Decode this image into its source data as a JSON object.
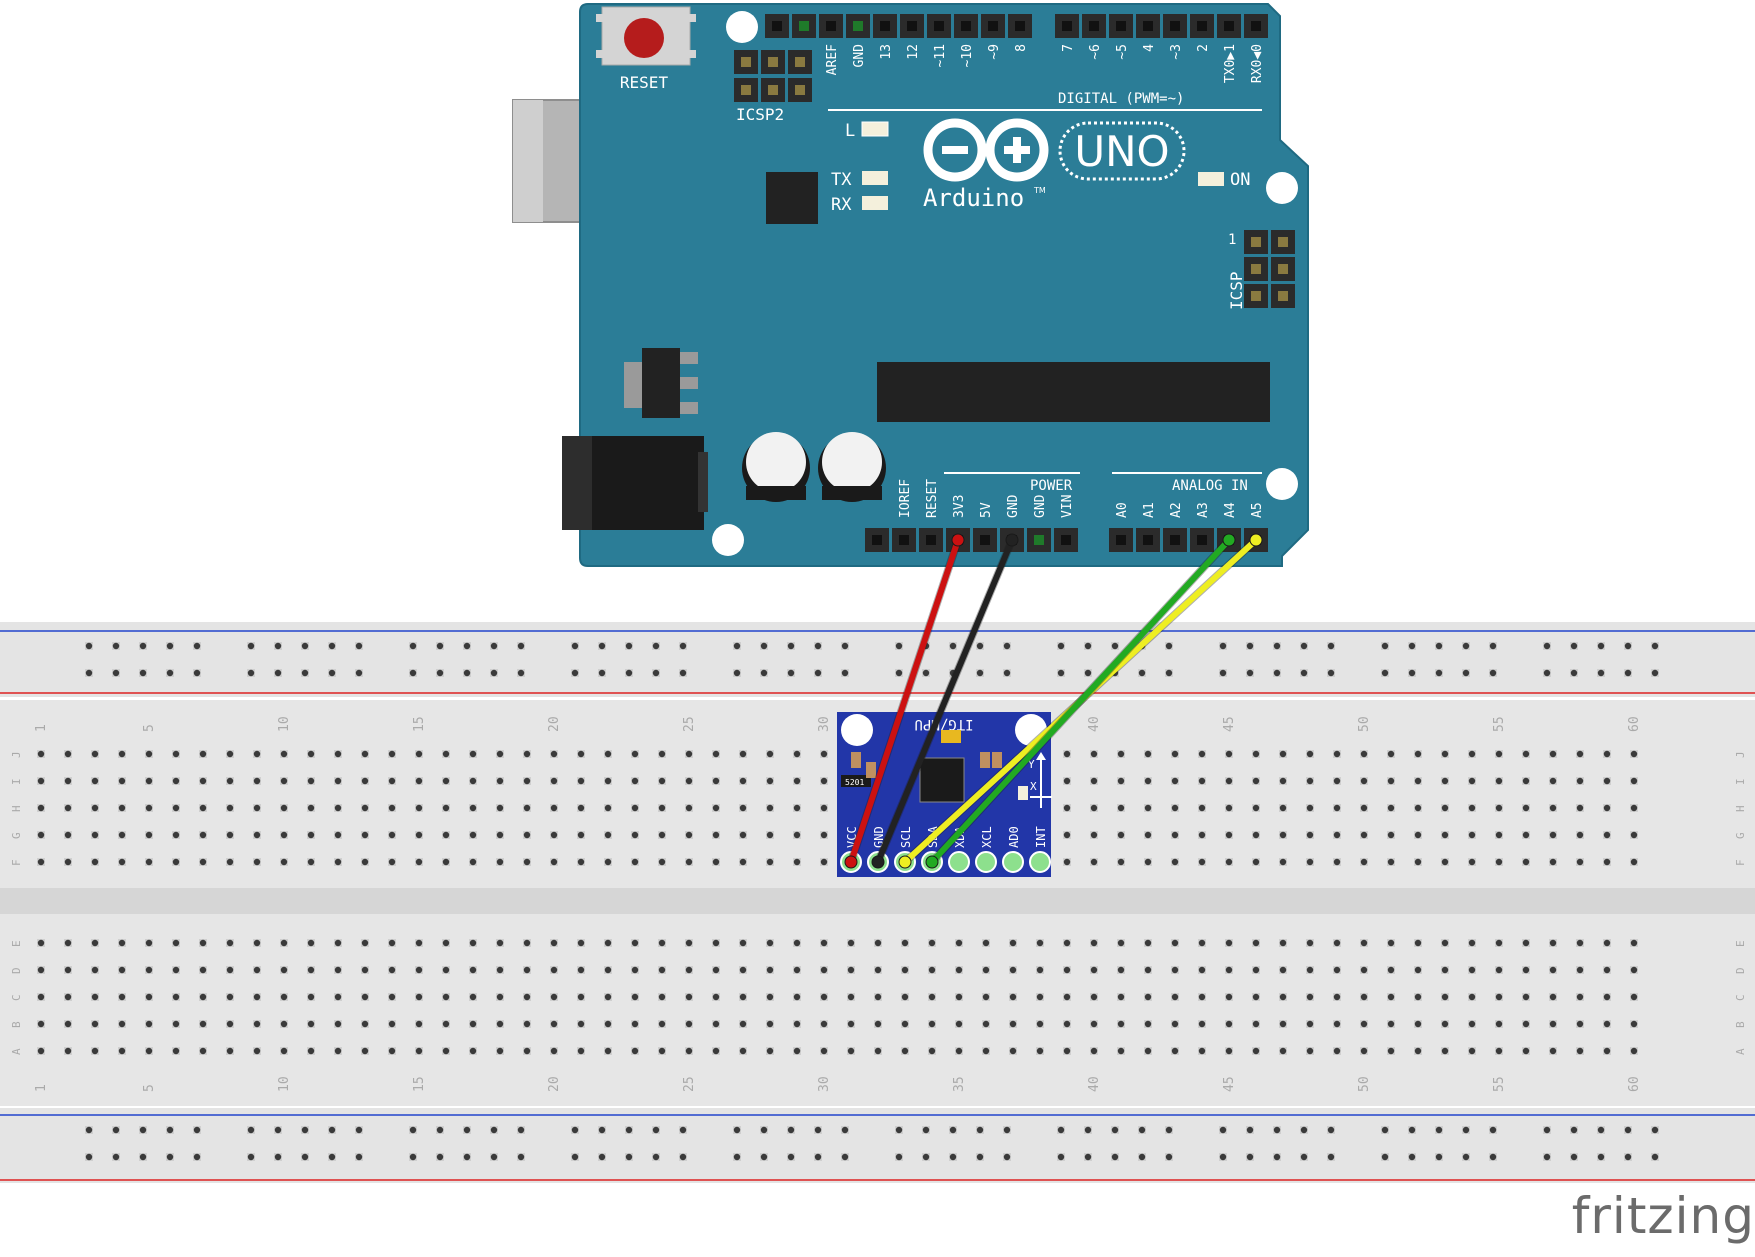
{
  "colors": {
    "board": "#2b7d97",
    "board_edge": "#1f6a82",
    "silk": "#ffffff",
    "breadboard": "#e6e6e6",
    "rail_line_blue": "#2244cc",
    "rail_line_red": "#dd2222",
    "wire_red": "#cc1111",
    "wire_black": "#222222",
    "wire_green": "#22aa22",
    "wire_yellow": "#eeee22",
    "module": "#2236a8",
    "watermark": "#6b6b6b"
  },
  "arduino": {
    "logo_brand": "Arduino",
    "tm": "TM",
    "model": "UNO",
    "reset_label": "RESET",
    "icsp2_label": "ICSP2",
    "icsp_label": "ICSP",
    "icsp_pin1": "1",
    "digital_header_label": "DIGITAL (PWM=~)",
    "power_label": "POWER",
    "analog_label": "ANALOG IN",
    "led_l": "L",
    "led_tx": "TX",
    "led_rx": "RX",
    "led_on": "ON",
    "digital_pins": [
      "AREF",
      "GND",
      "13",
      "12",
      "~11",
      "~10",
      "~9",
      "8",
      "7",
      "~6",
      "~5",
      "4",
      "~3",
      "2",
      "TX0▶1",
      "RX0◀0"
    ],
    "power_pins": [
      "IOREF",
      "RESET",
      "3V3",
      "5V",
      "GND",
      "GND",
      "VIN"
    ],
    "analog_pins": [
      "A0",
      "A1",
      "A2",
      "A3",
      "A4",
      "A5"
    ]
  },
  "module": {
    "title": "ITG/MPU",
    "chip_marking": "5201",
    "pins": [
      "VCC",
      "GND",
      "SCL",
      "SDA",
      "XDA",
      "XCL",
      "AD0",
      "INT"
    ],
    "axis_x": "X",
    "axis_y": "Y"
  },
  "breadboard": {
    "top_rows": [
      "J",
      "I",
      "H",
      "G",
      "F"
    ],
    "bottom_rows": [
      "E",
      "D",
      "C",
      "B",
      "A"
    ],
    "column_numbers": [
      "1",
      "5",
      "10",
      "15",
      "20",
      "25",
      "30",
      "35",
      "40",
      "45",
      "50",
      "55",
      "60"
    ]
  },
  "wires": [
    {
      "from": "3V3",
      "to": "VCC",
      "color": "#cc1111"
    },
    {
      "from": "GND",
      "to": "GND",
      "color": "#222222"
    },
    {
      "from": "A5",
      "to": "SCL",
      "color": "#eeee22"
    },
    {
      "from": "A4",
      "to": "SDA",
      "color": "#22aa22"
    }
  ],
  "watermark": "fritzing"
}
